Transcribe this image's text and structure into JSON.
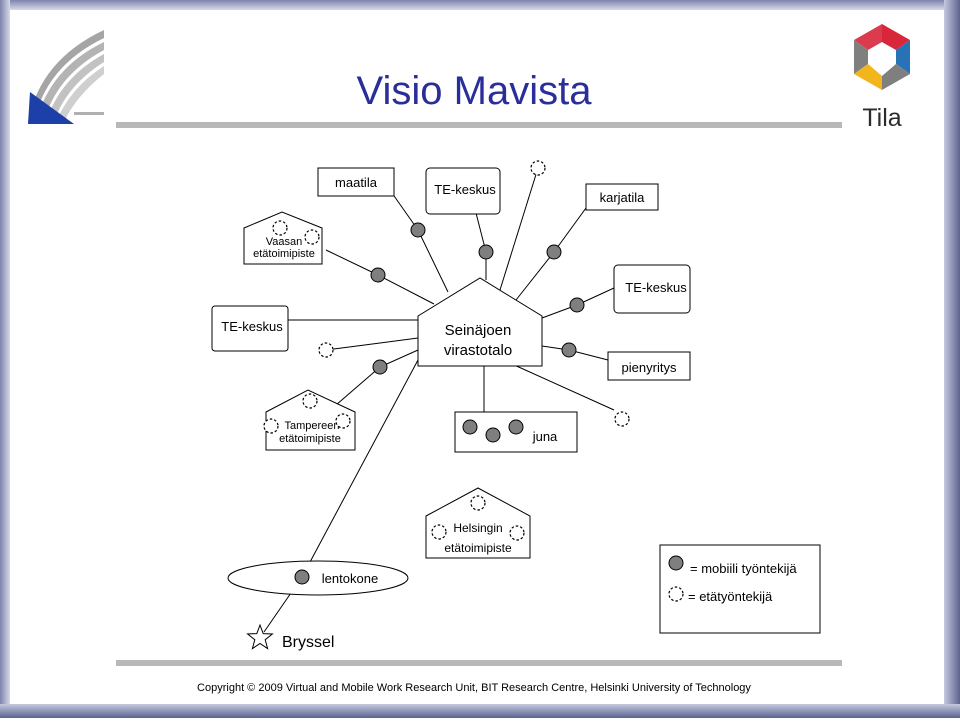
{
  "slide": {
    "title": "Visio Mavista",
    "logo_text": "Tila",
    "footer": "Copyright © 2009 Virtual and Mobile Work Research Unit, BIT Research Centre, Helsinki University of Technology"
  },
  "diagram": {
    "center": {
      "line1": "Seinäjoen",
      "line2": "virastotalo"
    },
    "boxes": {
      "maatila": "maatila",
      "te_top": "TE-keskus",
      "karjatila": "karjatila",
      "te_left": "TE-keskus",
      "te_right": "TE-keskus",
      "pienyritys": "pienyritys",
      "juna": "juna"
    },
    "houses": {
      "vaasa": {
        "line1": "Vaasan",
        "line2": "etätoimipiste"
      },
      "tampere": {
        "line1": "Tampereen",
        "line2": "etätoimipiste"
      },
      "helsinki": {
        "line1": "Helsingin",
        "line2": "etätoimipiste"
      }
    },
    "lentokone": "lentokone",
    "bryssel": "Bryssel",
    "legend": {
      "mobile": "= mobiili työntekijä",
      "remote": "= etätyöntekijä"
    }
  },
  "colors": {
    "frame": "#8c93b8",
    "title": "#2a2e9a",
    "rule": "#b8b8b8",
    "mobile_fill": "#7f7f7f",
    "logo_red": "#d8263a",
    "logo_yellow": "#f2b51c",
    "logo_blue": "#2773b6",
    "logo_gray": "#7f7f7f"
  }
}
